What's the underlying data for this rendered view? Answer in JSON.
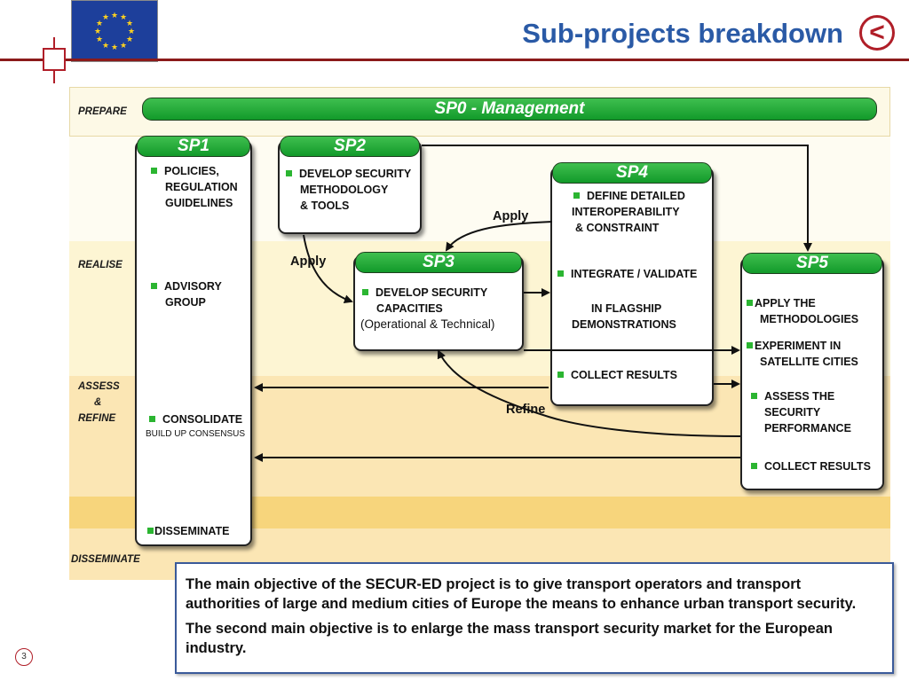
{
  "title": "Sub-projects breakdown",
  "nav": {
    "back_symbol": "<"
  },
  "page_number": "3",
  "phases": {
    "prepare": "PREPARE",
    "realise": "REALISE",
    "assess_line1": "ASSESS",
    "assess_line2": "&",
    "assess_line3": "REFINE",
    "disseminate": "DISSEMINATE"
  },
  "sp0": {
    "label": "SP0 - Management"
  },
  "sp1": {
    "label": "SP1",
    "items": [
      "POLICIES,",
      "REGULATION",
      "GUIDELINES",
      "ADVISORY",
      "GROUP",
      "CONSOLIDATE",
      "BUILD UP CONSENSUS",
      "DISSEMINATE"
    ]
  },
  "sp2": {
    "label": "SP2",
    "items": [
      "DEVELOP SECURITY",
      "METHODOLOGY",
      "& TOOLS"
    ]
  },
  "sp3": {
    "label": "SP3",
    "items": [
      "DEVELOP SECURITY",
      "CAPACITIES",
      "(Operational & Technical)"
    ]
  },
  "sp4": {
    "label": "SP4",
    "items": [
      "DEFINE  DETAILED",
      "INTEROPERABILITY",
      "&  CONSTRAINT",
      "INTEGRATE / VALIDATE",
      "IN FLAGSHIP",
      "DEMONSTRATIONS",
      "COLLECT RESULTS"
    ]
  },
  "sp5": {
    "label": "SP5",
    "items": [
      "APPLY THE",
      "METHODOLOGIES",
      "EXPERIMENT IN",
      "SATELLITE CITIES",
      "ASSESS THE",
      "SECURITY",
      "PERFORMANCE",
      "COLLECT RESULTS"
    ]
  },
  "arrows": {
    "apply_sp4": "Apply",
    "apply_sp2": "Apply",
    "refine": "Refine"
  },
  "objective": {
    "line1": "The main objective of the SECUR-ED project is to give transport operators and transport",
    "line2": "authorities of large and medium cities of Europe the means to enhance urban transport security.",
    "line3": "The second main objective is to enlarge the mass transport security market for the European",
    "line4": "industry."
  },
  "colors": {
    "title": "#2a5aa6",
    "accent_red": "#b01e28",
    "green_header": "#1ea232",
    "band_light": "#fdf9e6",
    "band_dark": "#fbe7b5"
  }
}
